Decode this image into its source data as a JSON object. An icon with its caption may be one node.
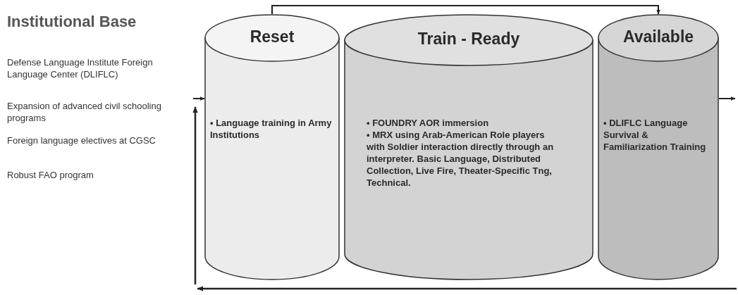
{
  "diagram": {
    "nodes": [
      {
        "text": [
          "Reset",
          "• Language training in Army Institutions"
        ]
      },
      {
        "text": [
          "Train - Ready",
          "• FOUNDRY AOR immersion",
          "• MRX using Arab-American Role players with Soldier interaction directly through an interpreter. Basic Language, Distributed Collection, Live Fire, Theater-Specific Tng, Technical."
        ]
      },
      {
        "text": [
          "Available",
          "• DLIFLC Language Survival & Familiarization Training"
        ]
      }
    ],
    "edges": [
      {
        "from": null,
        "to": 0,
        "arrow": "to"
      },
      {
        "from": 0,
        "to": 2,
        "arrow": "to"
      },
      {
        "from": 2,
        "to": null,
        "arrow": "to"
      }
    ],
    "labels": [
      "Institutional Base",
      "Defense Language Institute Foreign Language Center (DLIFLC)",
      "Expansion of advanced civil schooling programs",
      "Foreign language electives at CGSC",
      "Robust FAO program"
    ]
  }
}
